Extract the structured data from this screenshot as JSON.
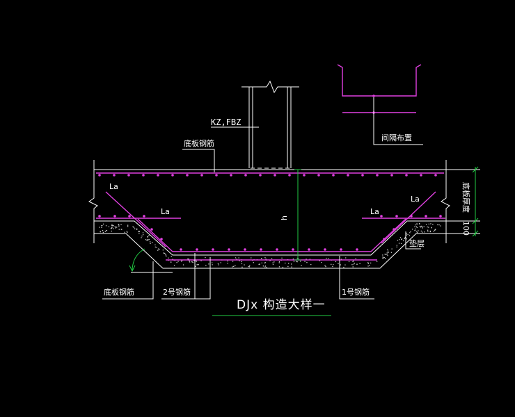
{
  "colors": {
    "background": "#000000",
    "outline": "#ffffff",
    "rebar": "#e040e0",
    "dimension": "#22cc44"
  },
  "labels": {
    "column": "KZ,FBZ",
    "bottom_rebar_top": "底板钢筋",
    "spacing_layout": "间隔布置",
    "la_left_upper": "La",
    "la_left_lower": "La",
    "la_right_lower": "La",
    "la_right_upper": "La",
    "height": "h",
    "thickness": "底板厚度",
    "cushion_dim": "100",
    "cushion_layer": "垫层",
    "bottom_rebar_bottom": "底板钢筋",
    "rebar_2": "2号钢筋",
    "rebar_1": "1号钢筋",
    "title": "DJx 构造大样一"
  }
}
